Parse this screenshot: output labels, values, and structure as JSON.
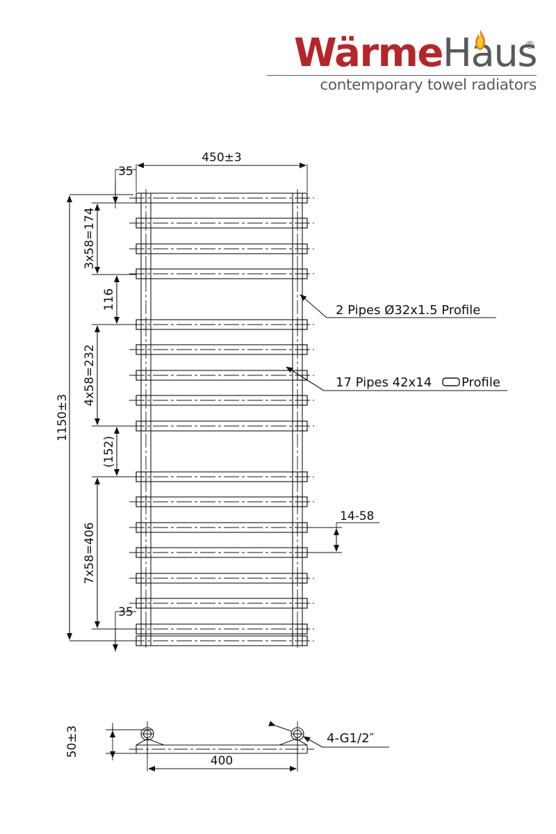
{
  "brand": {
    "name_part1": "Wärme",
    "name_part2": "Haus",
    "registered_mark": "®",
    "tagline": "contemporary towel radiators",
    "color_primary": "#b5262b",
    "color_secondary": "#58595b",
    "flame_icon": "flame-icon"
  },
  "drawing": {
    "type": "technical-dimension-drawing",
    "product": "towel radiator",
    "views": [
      "front-elevation",
      "top-plan-section"
    ],
    "dimensions": {
      "overall_width": "450±3",
      "overall_height": "1150±3",
      "top_offset": "35",
      "bottom_offset": "35",
      "group_top_spacing": "3x58=174",
      "gap_upper": "116",
      "group_middle_spacing": "4x58=232",
      "gap_lower": "(152)",
      "group_bottom_spacing": "7x58=406",
      "rail_pitch": "14-58",
      "plan_depth": "50±3",
      "plan_centres": "400"
    },
    "annotations": [
      "2 Pipes Ø32x1.5 Profile",
      "17 Pipes 42x14 ▭ Profile",
      "4-G1/2″"
    ],
    "annotation_pipes_vertical": "2 Pipes Ø32x1.5 Profile",
    "annotation_pipes_horizontal_pre": "17 Pipes 42x14 ",
    "annotation_pipes_horizontal_post": "Profile",
    "annotation_connections": "4-G1/2″",
    "line_color": "#111111",
    "rail_count_top": 4,
    "rail_count_middle": 5,
    "rail_count_bottom": 8,
    "rail_count_total": 17
  }
}
